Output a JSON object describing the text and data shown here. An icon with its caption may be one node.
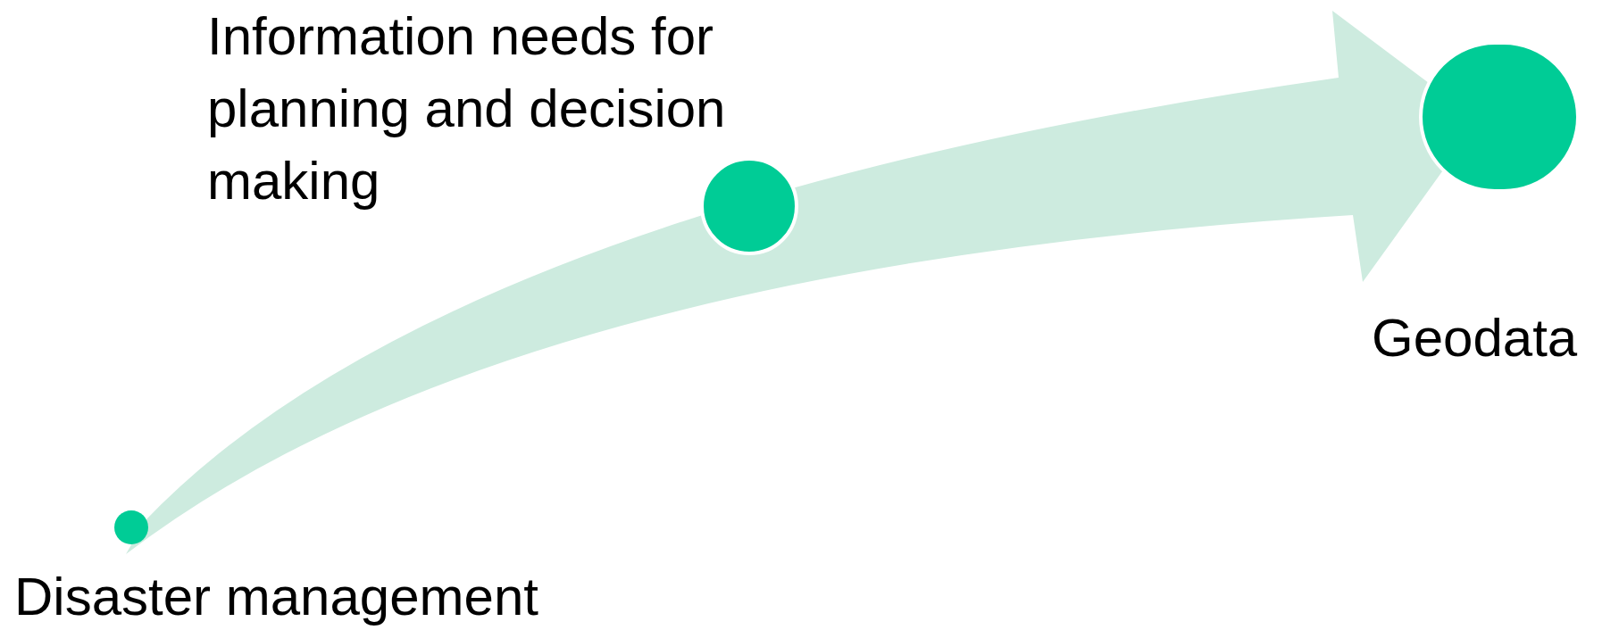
{
  "diagram": {
    "nodes": [
      {
        "text": [],
        "shape": "circle",
        "beside": [
          "Disaster management"
        ]
      },
      {
        "text": [],
        "shape": "circle",
        "beside": [
          "Information needs for planning and decision making"
        ]
      },
      {
        "text": [],
        "shape": "circle",
        "beside": [
          "Geodata"
        ]
      }
    ],
    "edges": [
      {
        "from": 0,
        "to": 2,
        "arrow": "to",
        "style": "thick",
        "color": "#cdebdf"
      }
    ]
  }
}
